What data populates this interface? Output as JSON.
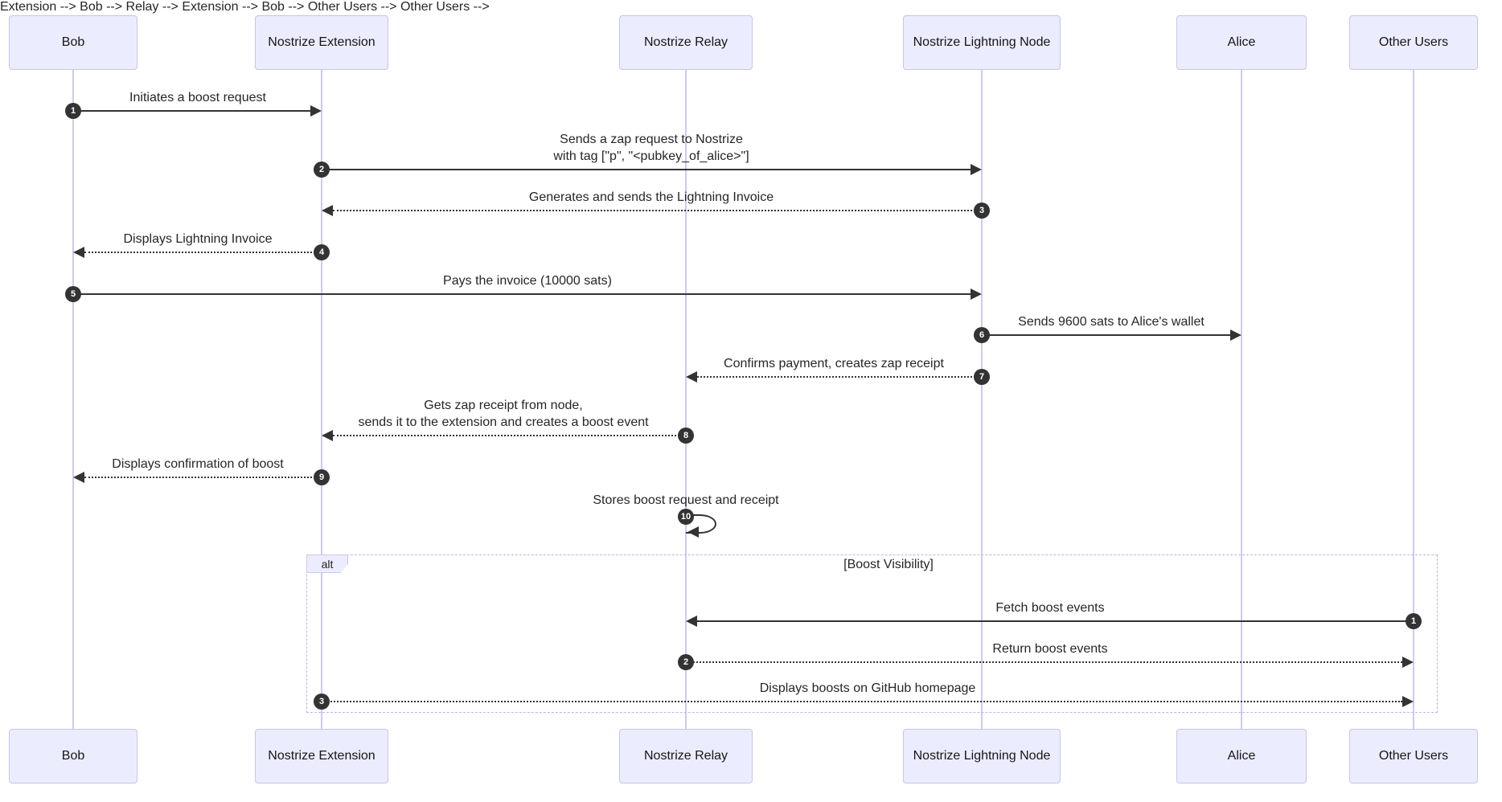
{
  "diagram_type": "sequence",
  "colors": {
    "background": "#FFFFFF",
    "actor_fill": "#ECECFF",
    "actor_border": "#C8C5E8",
    "lifeline": "#CFC9F1",
    "arrow": "#333333",
    "text": "#262626",
    "number_badge_bg": "#333333",
    "number_badge_text": "#FFFFFF",
    "alt_border": "#BCB5EA"
  },
  "actors": [
    {
      "label": "Bob"
    },
    {
      "label": "Nostrize Extension"
    },
    {
      "label": "Nostrize Relay"
    },
    {
      "label": "Nostrize Lightning Node"
    },
    {
      "label": "Alice"
    },
    {
      "label": "Other Users"
    }
  ],
  "messages": [
    {
      "num": "1",
      "line1": "Initiates a boost request",
      "from": "Bob",
      "to": "Nostrize Extension",
      "style": "solid"
    },
    {
      "num": "2",
      "line1": "Sends a zap request to Nostrize",
      "line2": "with tag [\"p\", \"<pubkey_of_alice>\"]",
      "from": "Nostrize Extension",
      "to": "Nostrize Lightning Node",
      "style": "solid"
    },
    {
      "num": "3",
      "line1": "Generates and sends the Lightning Invoice",
      "from": "Nostrize Lightning Node",
      "to": "Nostrize Extension",
      "style": "dotted"
    },
    {
      "num": "4",
      "line1": "Displays Lightning Invoice",
      "from": "Nostrize Extension",
      "to": "Bob",
      "style": "dotted"
    },
    {
      "num": "5",
      "line1": "Pays the invoice (10000 sats)",
      "from": "Bob",
      "to": "Nostrize Lightning Node",
      "style": "solid"
    },
    {
      "num": "6",
      "line1": "Sends 9600 sats to Alice's wallet",
      "from": "Nostrize Lightning Node",
      "to": "Alice",
      "style": "solid"
    },
    {
      "num": "7",
      "line1": "Confirms payment, creates zap receipt",
      "from": "Nostrize Lightning Node",
      "to": "Nostrize Relay",
      "style": "dotted"
    },
    {
      "num": "8",
      "line1": "Gets zap receipt from node,",
      "line2": "sends it to the extension and creates a boost event",
      "from": "Nostrize Relay",
      "to": "Nostrize Extension",
      "style": "dotted"
    },
    {
      "num": "9",
      "line1": "Displays confirmation of boost",
      "from": "Nostrize Extension",
      "to": "Bob",
      "style": "dotted"
    },
    {
      "num": "10",
      "line1": "Stores boost request and receipt",
      "from": "Nostrize Relay",
      "to": "Nostrize Relay",
      "style": "self"
    }
  ],
  "alt": {
    "label": "alt",
    "condition": "[Boost Visibility]",
    "messages": [
      {
        "num": "1",
        "line1": "Fetch boost events",
        "from": "Other Users",
        "to": "Nostrize Relay",
        "style": "solid"
      },
      {
        "num": "2",
        "line1": "Return boost events",
        "from": "Nostrize Relay",
        "to": "Other Users",
        "style": "dotted"
      },
      {
        "num": "3",
        "line1": "Displays boosts on GitHub homepage",
        "from": "Nostrize Extension",
        "to": "Other Users",
        "style": "dotted"
      }
    ]
  }
}
